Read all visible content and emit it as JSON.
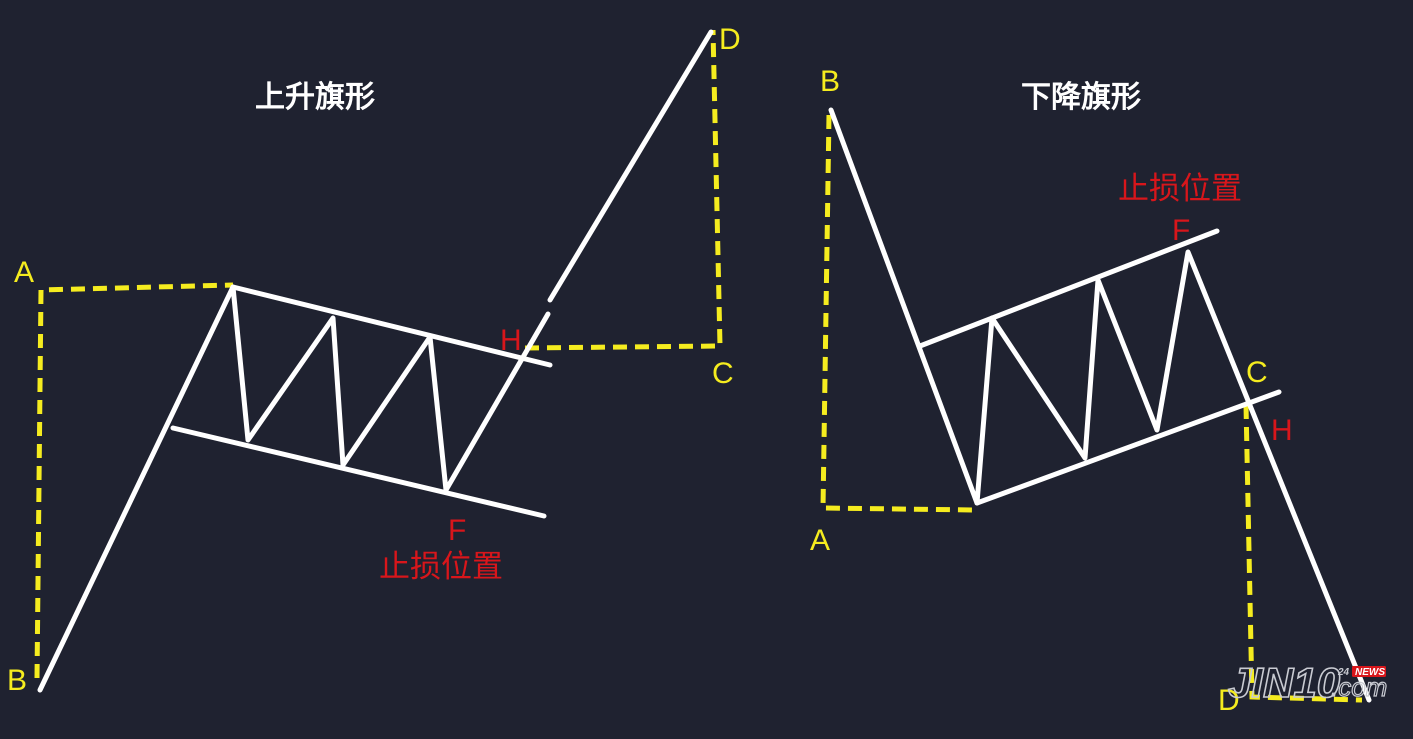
{
  "bull_flag": {
    "title": "上升旗形",
    "labels": {
      "A": "A",
      "B": "B",
      "C": "C",
      "D": "D",
      "H": "H",
      "F": "F"
    },
    "stop_loss": "止损位置"
  },
  "bear_flag": {
    "title": "下降旗形",
    "labels": {
      "A": "A",
      "B": "B",
      "C": "C",
      "D": "D",
      "H": "H",
      "F": "F"
    },
    "stop_loss": "止损位置"
  },
  "watermark": {
    "brand": "JIN10",
    "suffix": ".com",
    "badge_number": "24",
    "badge_text": "NEWS"
  },
  "colors": {
    "background": "#1f2230",
    "lines": "#ffffff",
    "measure": "#f5ec1f",
    "stop": "#d8161b",
    "badge": "#d8161b"
  }
}
